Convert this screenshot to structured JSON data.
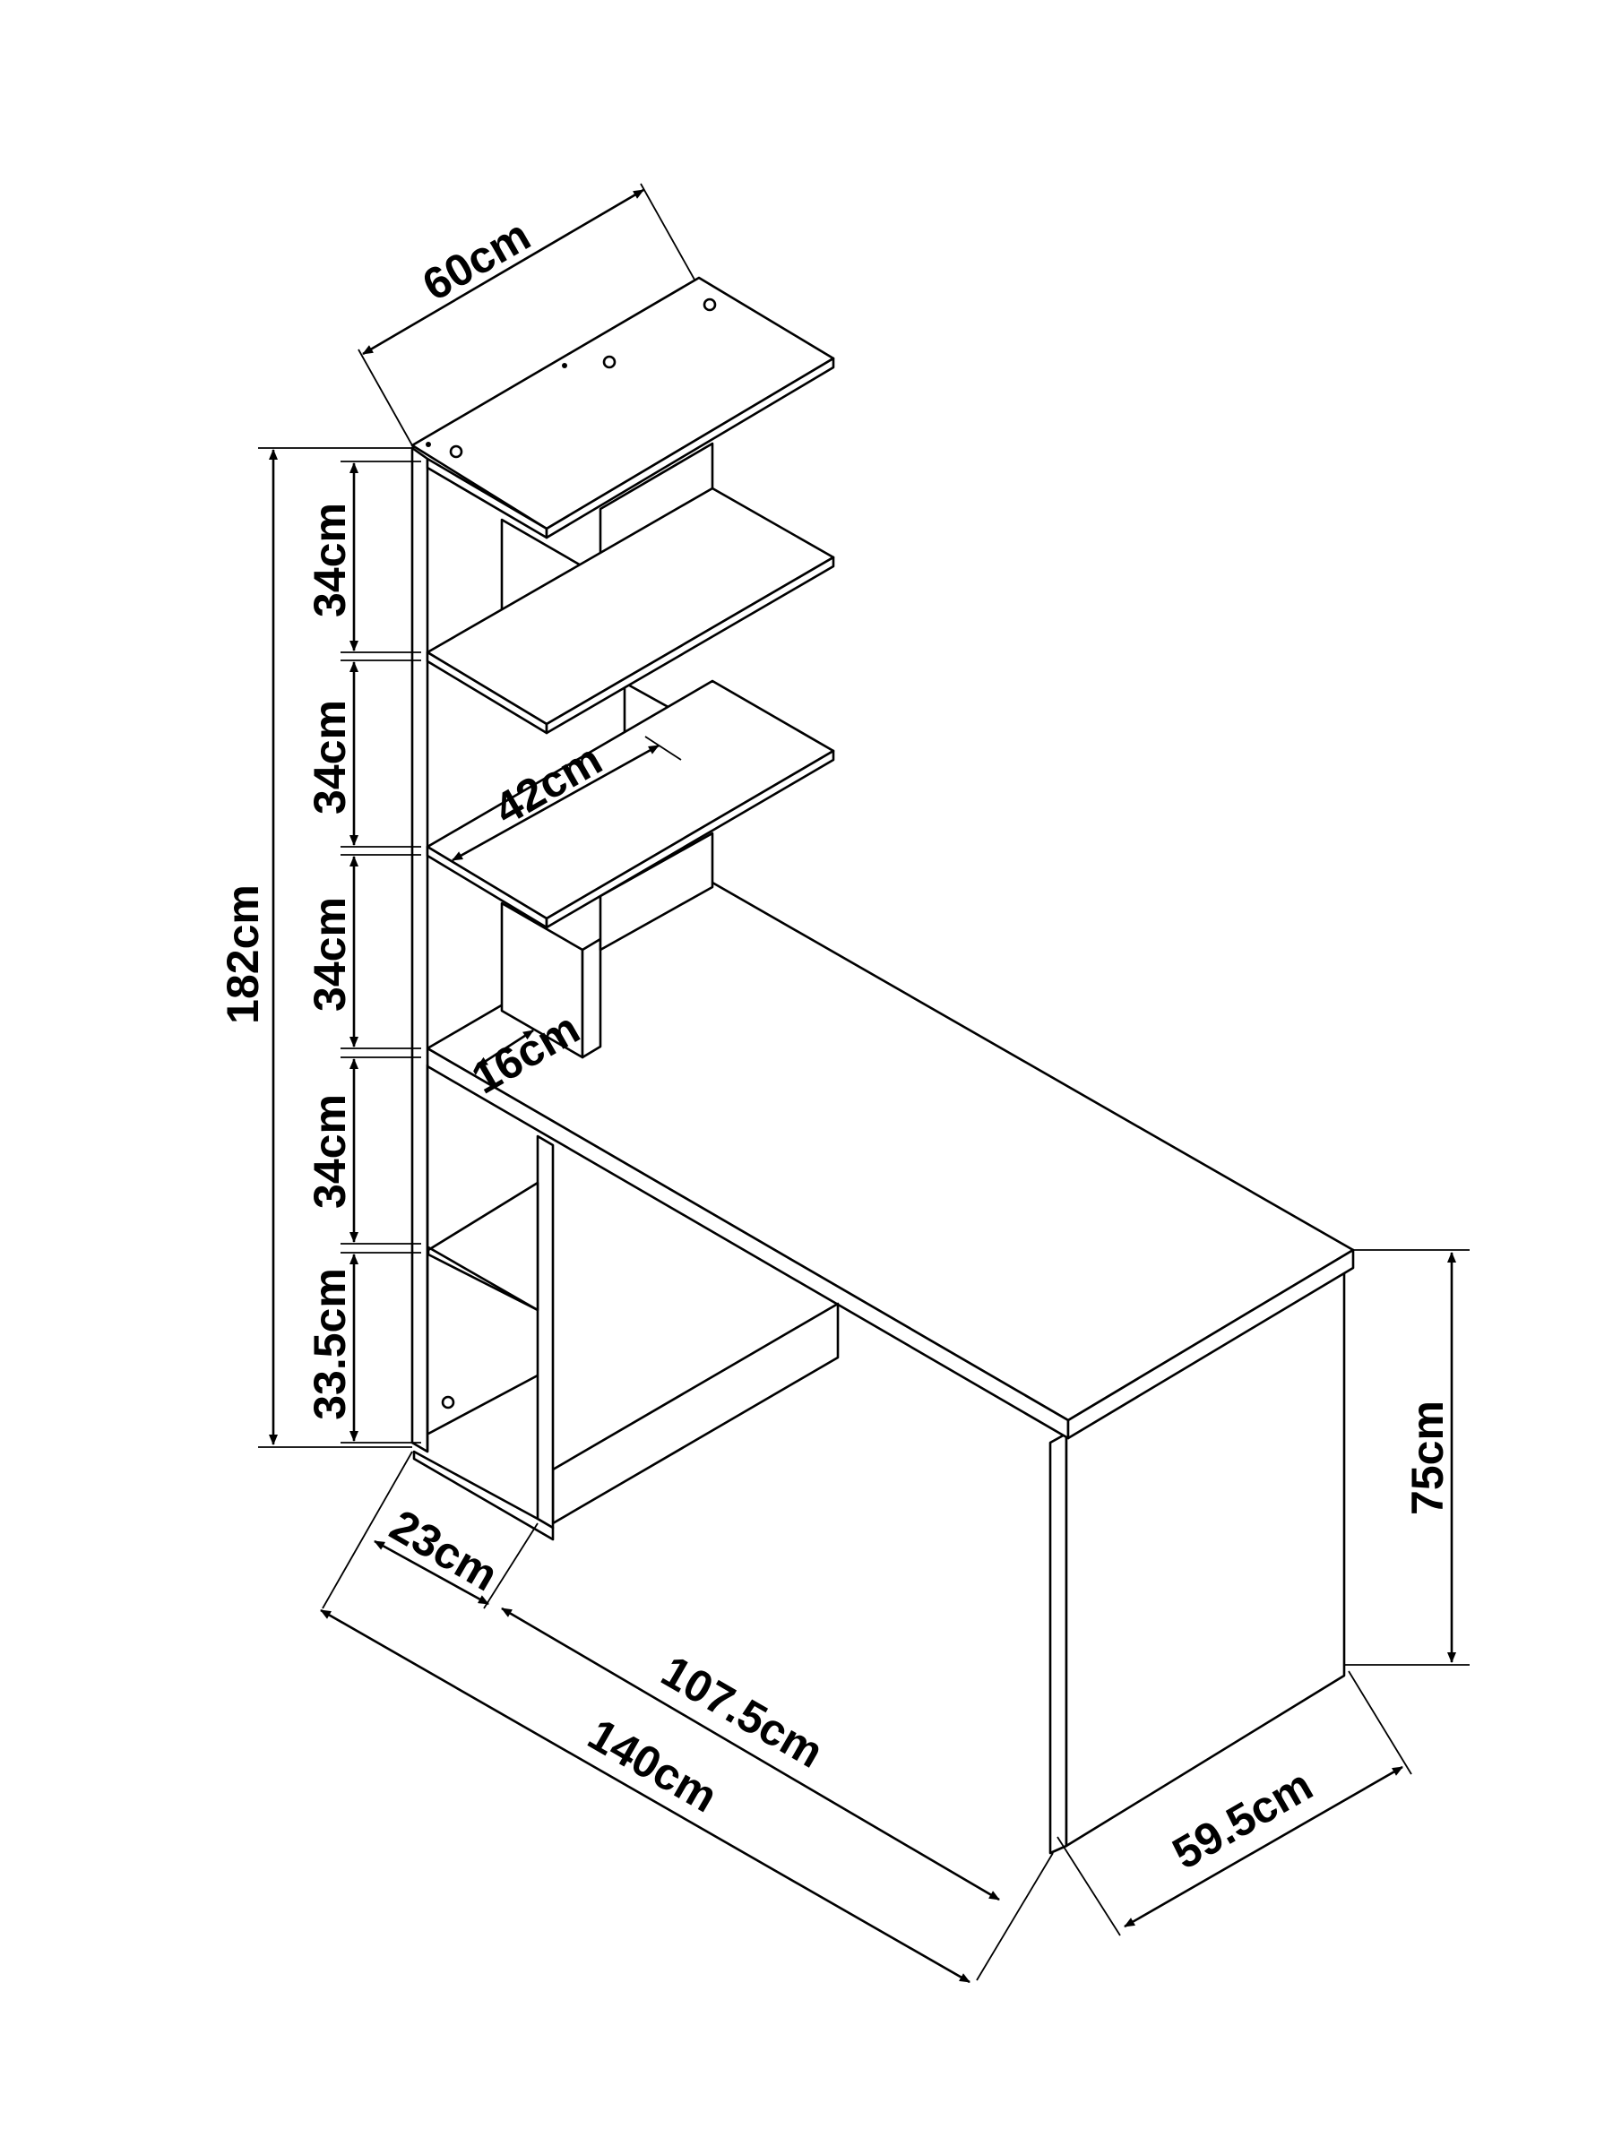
{
  "diagram": {
    "subject": "corner desk with side shelving unit",
    "colors": {
      "line": "#000000",
      "background": "#ffffff"
    },
    "dimensions": {
      "shelf_depth_top": "60cm",
      "shelf_gap_1": "34cm",
      "shelf_gap_2": "34cm",
      "shelf_gap_3": "34cm",
      "shelf_gap_4": "34cm",
      "shelf_gap_5": "33.5cm",
      "total_height": "182cm",
      "shelf_width": "42cm",
      "shelf_inner": "16cm",
      "desk_height": "75cm",
      "bottom_unit_width": "23cm",
      "desk_length": "107.5cm",
      "total_length": "140cm",
      "desk_depth": "59.5cm"
    }
  }
}
